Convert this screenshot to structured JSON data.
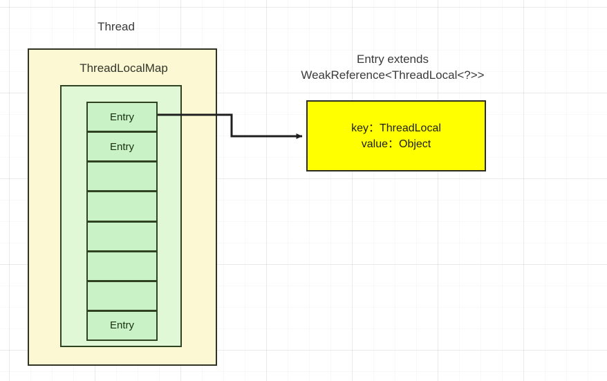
{
  "diagram": {
    "title_labels": {
      "thread": "Thread",
      "entry_extends_line1": "Entry extends",
      "entry_extends_line2": "WeakReference<ThreadLocal<?>>"
    },
    "thread_box": {
      "label": "ThreadLocalMap",
      "fill_color": "#fcf8d4",
      "border_color": "#2f3323"
    },
    "threadlocalmap_box": {
      "fill_color": "#e0f8d6",
      "border_color": "#2f4322"
    },
    "entry_table": {
      "fill_color": "#c9f2c7",
      "border_color": "#2f4322",
      "cells": [
        {
          "label": "Entry"
        },
        {
          "label": "Entry"
        },
        {
          "label": ""
        },
        {
          "label": ""
        },
        {
          "label": ""
        },
        {
          "label": ""
        },
        {
          "label": ""
        },
        {
          "label": "Entry"
        }
      ]
    },
    "entry_detail_box": {
      "key_line": "key：ThreadLocal",
      "value_line": "value：Object",
      "fill_color": "#ffff00",
      "border_color": "#2b2b20"
    },
    "connector": {
      "stroke_color": "#1f1f1f",
      "arrow_head": "arrow-right"
    },
    "background": {
      "color": "#ffffff",
      "grid_minor_spacing": 31,
      "grid_major_spacing": 124
    }
  }
}
